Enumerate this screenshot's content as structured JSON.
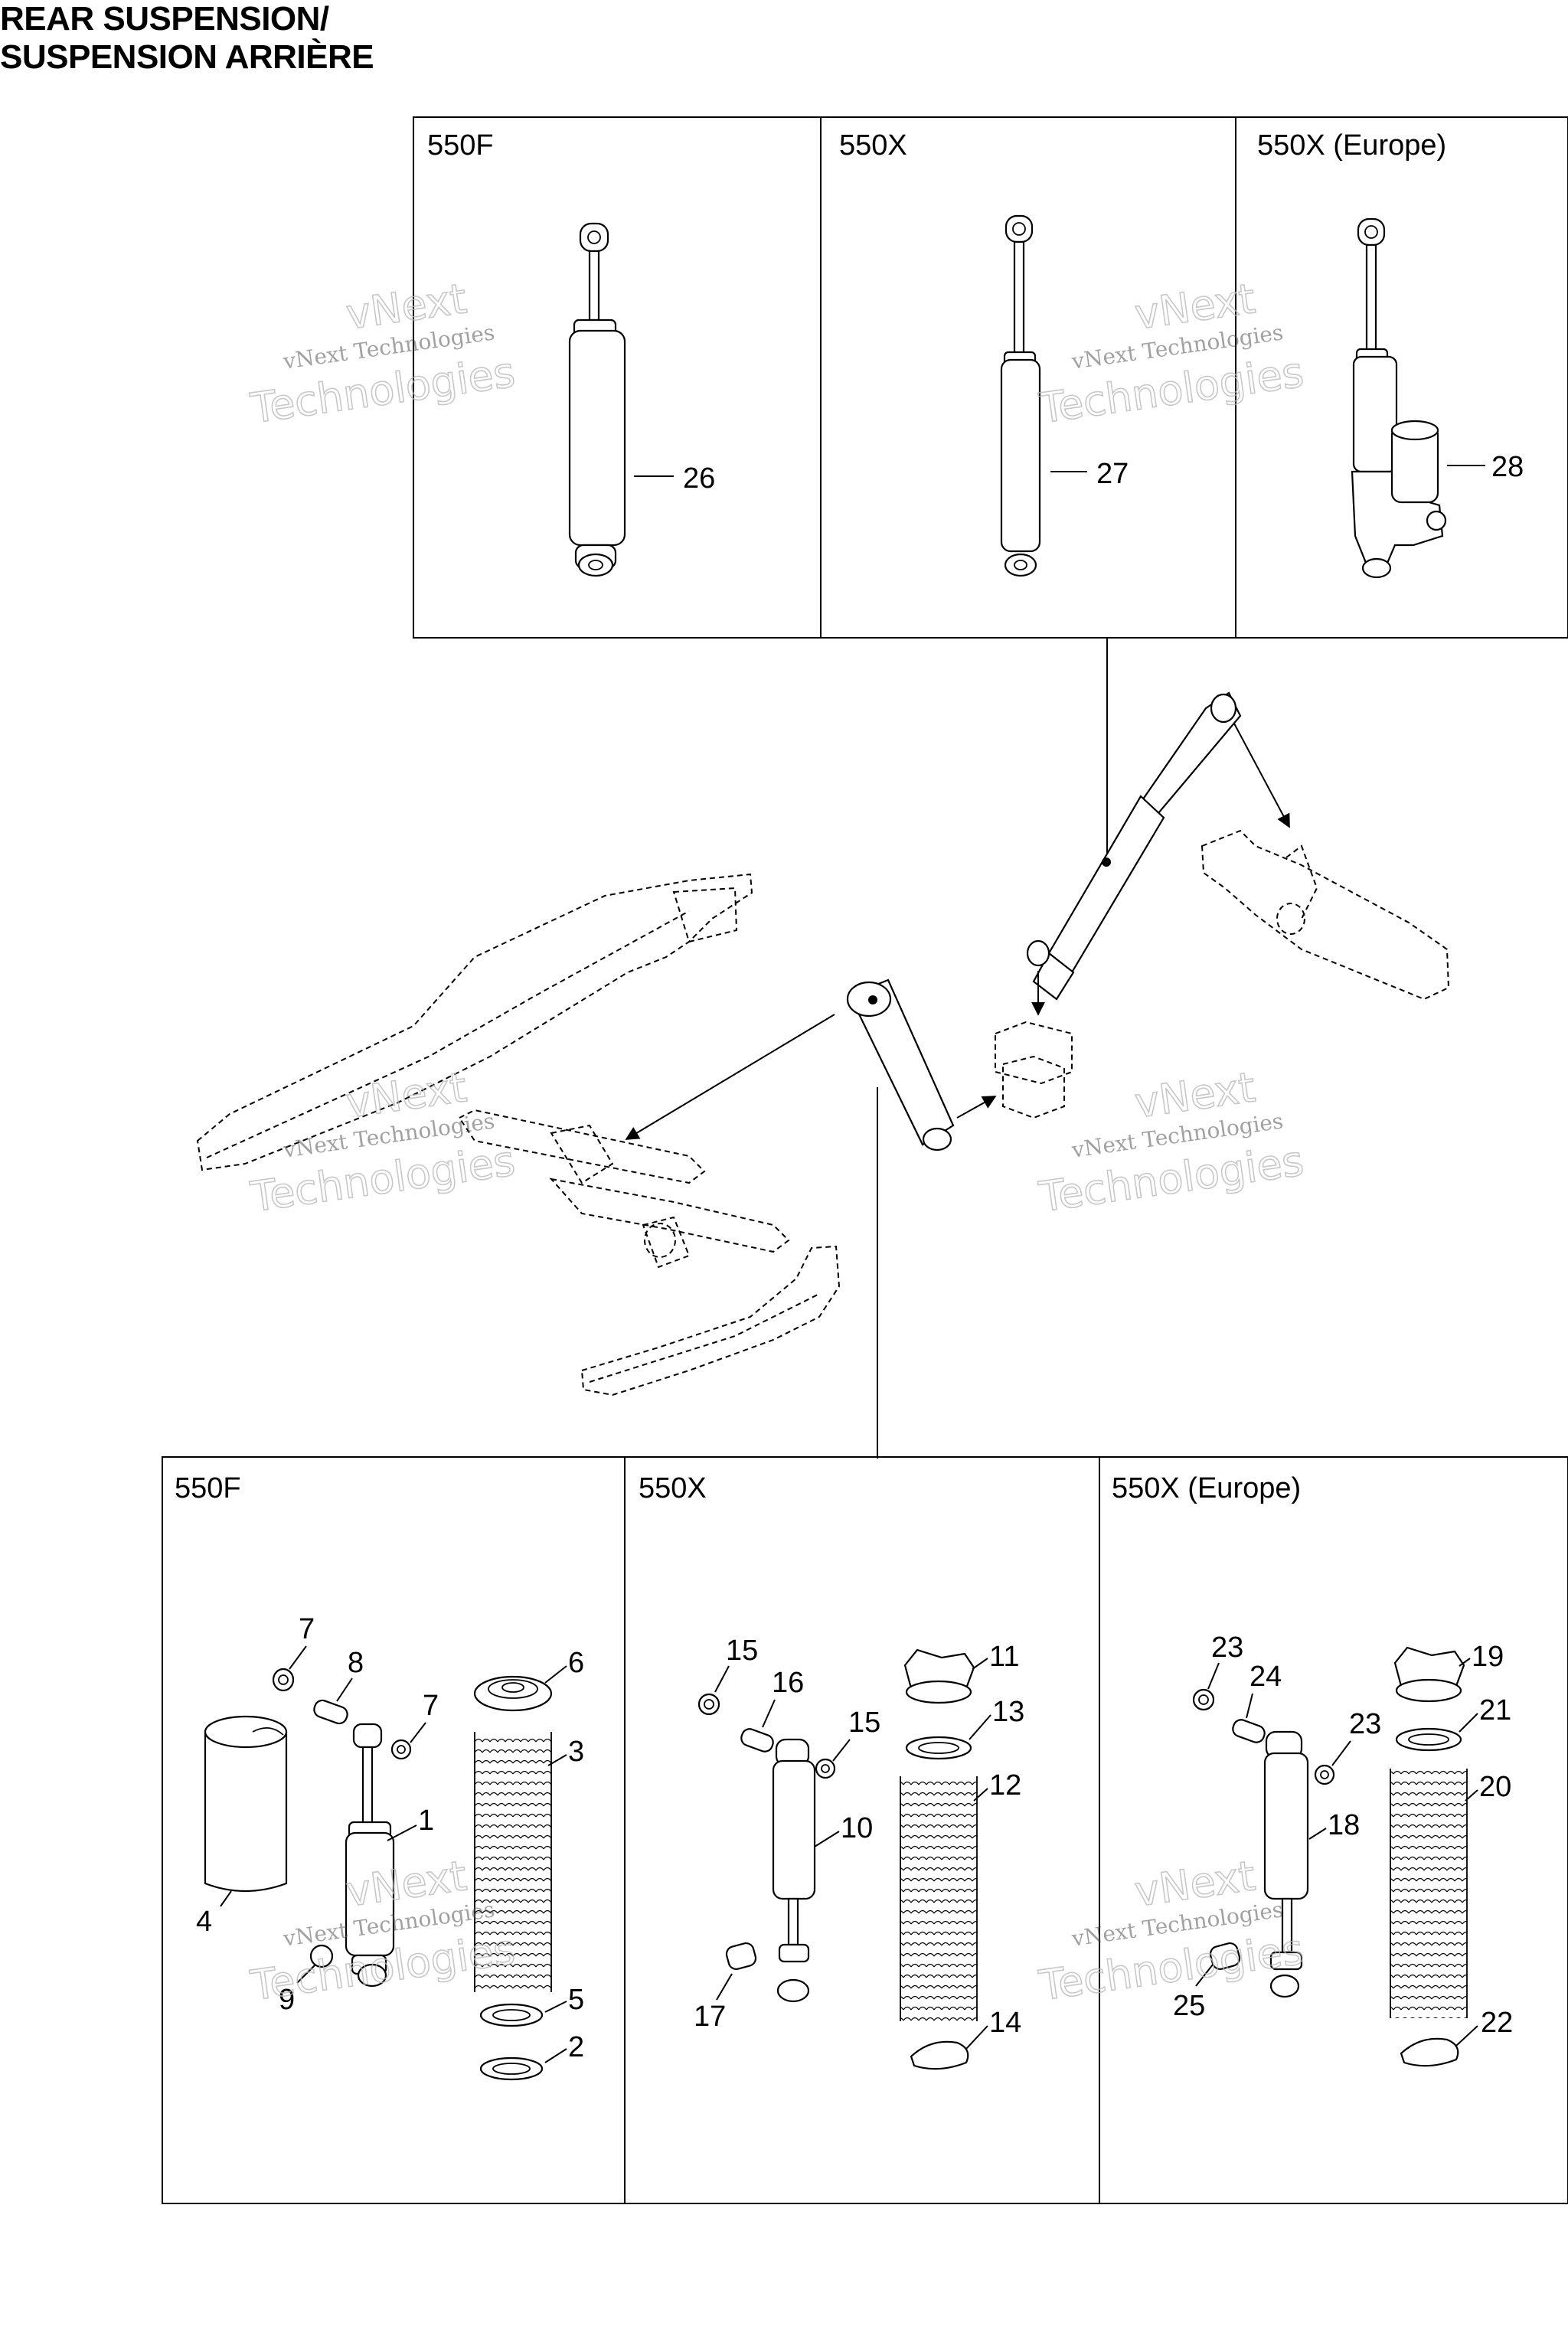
{
  "title": {
    "line1": "REAR SUSPENSION/",
    "line2": "SUSPENSION ARRIÈRE"
  },
  "top_panels": [
    {
      "label": "550F",
      "part": "26"
    },
    {
      "label": "550X",
      "part": "27"
    },
    {
      "label": "550X (Europe)",
      "part": "28"
    }
  ],
  "bottom_panels": [
    {
      "label": "550F",
      "parts": [
        "7",
        "8",
        "7",
        "6",
        "3",
        "1",
        "4",
        "9",
        "5",
        "2"
      ]
    },
    {
      "label": "550X",
      "parts": [
        "15",
        "16",
        "15",
        "11",
        "13",
        "12",
        "10",
        "17",
        "14"
      ]
    },
    {
      "label": "550X (Europe)",
      "parts": [
        "23",
        "24",
        "23",
        "19",
        "21",
        "20",
        "18",
        "25",
        "22"
      ]
    }
  ],
  "watermark": {
    "line1": "vNext Technologies",
    "line2": "vNext",
    "line3": "Technologies"
  }
}
